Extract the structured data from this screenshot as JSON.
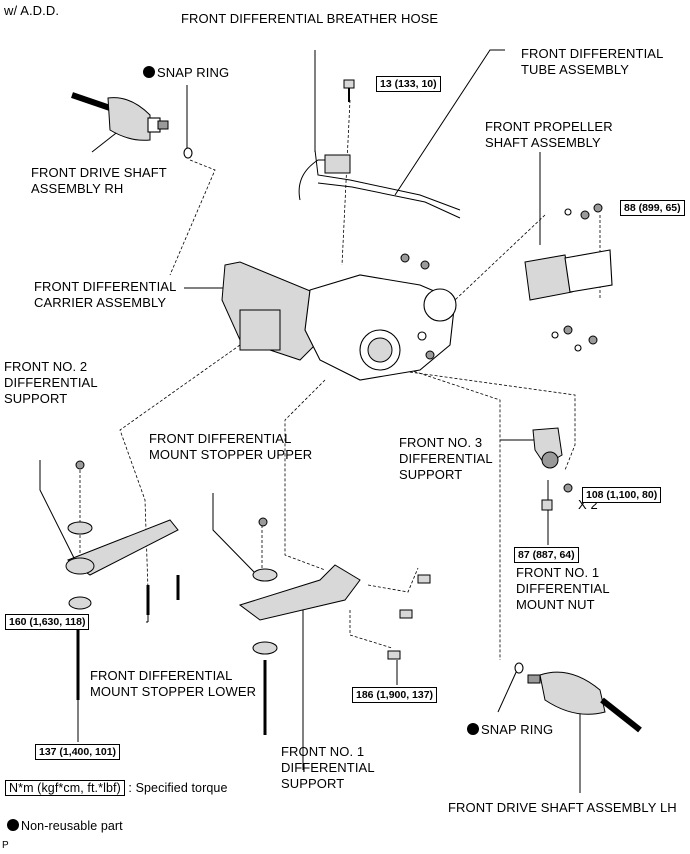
{
  "header": {
    "variant": "w/ A.D.D.",
    "code": "P"
  },
  "labels": {
    "breather_hose": "FRONT DIFFERENTIAL BREATHER HOSE",
    "tube_assembly": "FRONT DIFFERENTIAL\nTUBE ASSEMBLY",
    "snap_ring_top": "SNAP RING",
    "shaft_rh": "FRONT DRIVE SHAFT\nASSEMBLY RH",
    "propeller_shaft": "FRONT PROPELLER\nSHAFT ASSEMBLY",
    "carrier": "FRONT DIFFERENTIAL\nCARRIER ASSEMBLY",
    "no2_support": "FRONT NO. 2\nDIFFERENTIAL\nSUPPORT",
    "stopper_upper": "FRONT DIFFERENTIAL\nMOUNT STOPPER UPPER",
    "no3_support": "FRONT NO. 3\nDIFFERENTIAL\nSUPPORT",
    "x2": "X 2",
    "no1_mount_nut": "FRONT NO. 1\nDIFFERENTIAL\nMOUNT NUT",
    "stopper_lower": "FRONT DIFFERENTIAL\nMOUNT STOPPER LOWER",
    "snap_ring_bottom": "SNAP RING",
    "no1_support": "FRONT NO. 1\nDIFFERENTIAL\nSUPPORT",
    "shaft_lh": "FRONT DRIVE SHAFT ASSEMBLY LH"
  },
  "torques": {
    "t13": "13 (133, 10)",
    "t88": "88 (899, 65)",
    "t108": "108 (1,100, 80)",
    "t87": "87 (887, 64)",
    "t160": "160 (1,630, 118)",
    "t186": "186 (1,900, 137)",
    "t137": "137 (1,400, 101)"
  },
  "legend": {
    "unit_box": "N*m (kgf*cm, ft.*lbf)",
    "unit_desc": ": Specified torque",
    "nonreusable": "Non-reusable part"
  }
}
